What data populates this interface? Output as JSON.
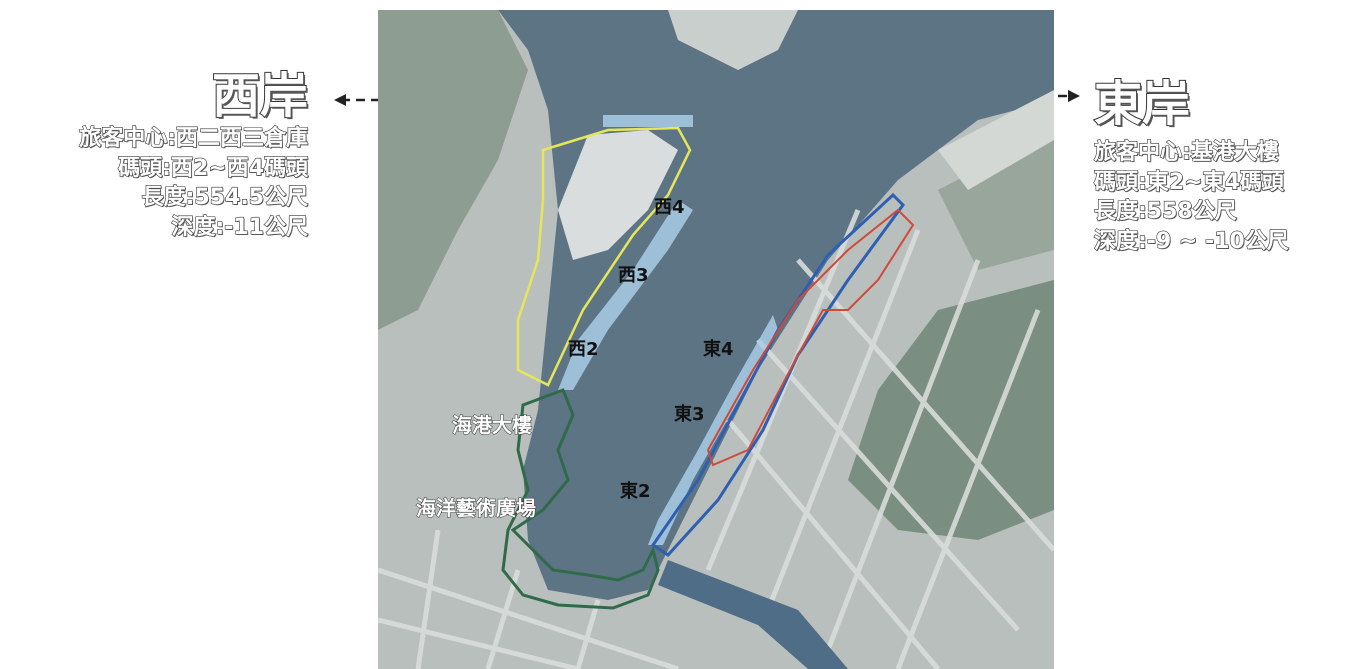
{
  "west": {
    "title": "西岸",
    "lines": [
      "旅客中心:西二西三倉庫",
      "碼頭:西2~西4碼頭",
      "長度:554.5公尺",
      "深度:-11公尺"
    ]
  },
  "east": {
    "title": "東岸",
    "lines": [
      "旅客中心:基港大樓",
      "碼頭:東2~東4碼頭",
      "長度:558公尺",
      "深度:-9 ~ -10公尺"
    ]
  },
  "map_labels": {
    "west4": "西4",
    "west3": "西3",
    "west2": "西2",
    "east4": "東4",
    "east3": "東3",
    "east2": "東2",
    "harbor_building": "海港大樓",
    "ocean_art_plaza": "海洋藝術廣場"
  },
  "colors": {
    "water": "#5d7484",
    "land": "#b9bfbd",
    "west_outline": "#e6e65a",
    "east_outline": "#2f5fb0",
    "red_outline": "#d04a3a",
    "green_outline": "#2f6b4a",
    "berth": "#a9cde6"
  }
}
